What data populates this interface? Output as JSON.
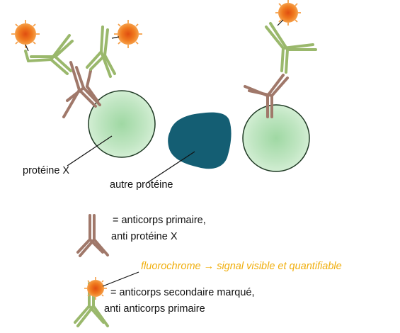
{
  "labels": {
    "protein_x": "protéine X",
    "other_protein": "autre protéine",
    "primary_line1": "= anticorps primaire,",
    "primary_line2": "anti protéine X",
    "fluorochrome_prefix": "fluorochrome",
    "fluorochrome_arrow": "→",
    "fluorochrome_suffix": "signal visible et quantifiable",
    "secondary_line1": "= anticorps secondaire marqué,",
    "secondary_line2": "anti anticorps primaire"
  },
  "icons": {
    "protein": "green-sphere-icon",
    "other_protein": "blue-blob-icon",
    "primary_antibody": "y-antibody-brown-icon",
    "secondary_antibody": "y-antibody-green-icon",
    "fluorochrome": "orange-starburst-icon"
  },
  "colors": {
    "primary_antibody": "#a0786a",
    "secondary_antibody": "#9ab86c",
    "protein_sphere": "#c6e8c7",
    "protein_sphere_center": "#a9dcac",
    "protein_outline": "#1f3a24",
    "other_protein": "#145e73",
    "fluorochrome": "#f28a1f",
    "fluorochrome_center": "#e45d12",
    "fluorochrome_text": "#f0ae0c",
    "text": "#111111"
  }
}
